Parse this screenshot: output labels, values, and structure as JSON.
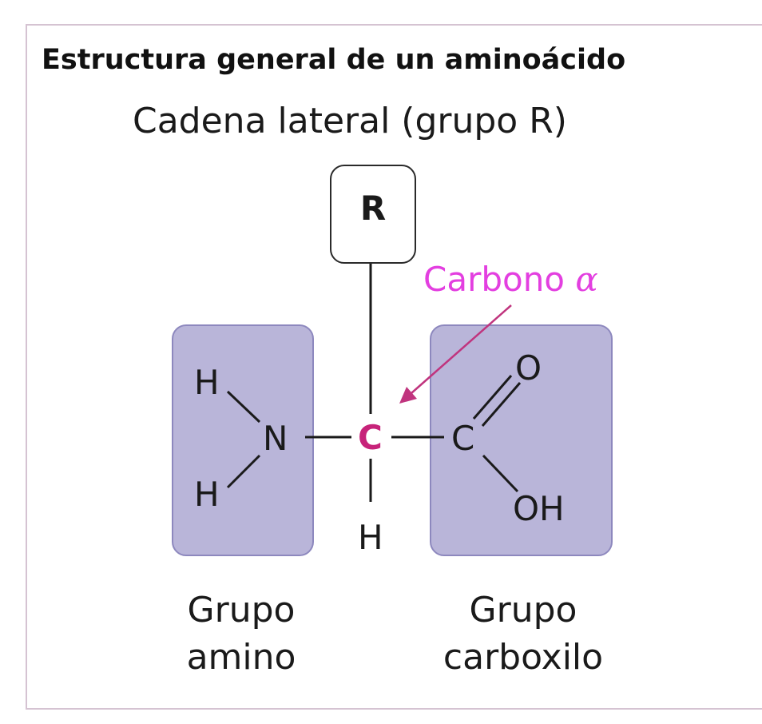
{
  "title": "Estructura general de un aminoácido",
  "subtitle": "Cadena lateral (grupo R)",
  "r_group": "R",
  "atoms": {
    "h_top_left": "H",
    "n": "N",
    "h_bottom_left": "H",
    "c_alpha": "C",
    "h_bottom": "H",
    "c_carboxyl": "C",
    "o": "O",
    "oh": "OH"
  },
  "alpha_carbon_label": {
    "text": "Carbono ",
    "symbol": "α",
    "color": "#e33fe0"
  },
  "groups": {
    "amino": {
      "line1": "Grupo",
      "line2": "amino"
    },
    "carboxyl": {
      "line1": "Grupo",
      "line2": "carboxilo"
    }
  },
  "colors": {
    "group_fill": "#b9b5d9",
    "alpha_carbon": "#c7237a",
    "arrow": "#c0347e"
  }
}
